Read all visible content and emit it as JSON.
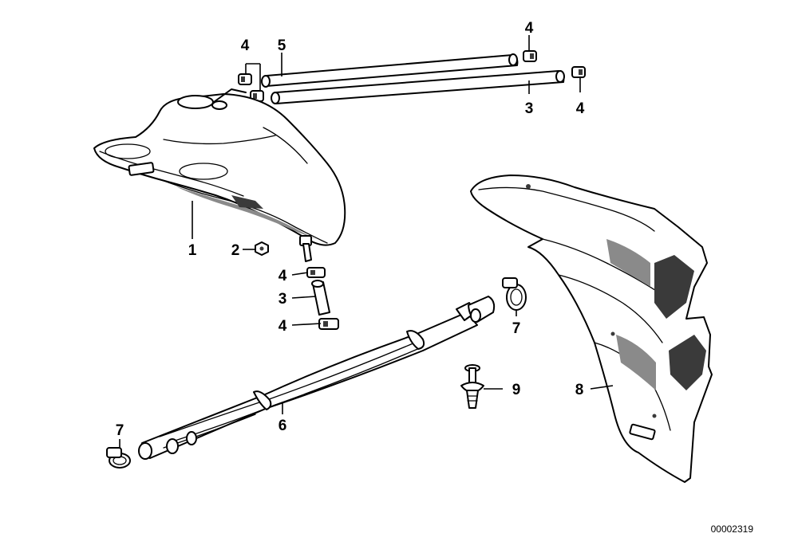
{
  "callouts": {
    "c4_top_left": "4",
    "c5_top": "5",
    "c4_top_right_upper": "4",
    "c3_top_right": "3",
    "c4_top_right_lower": "4",
    "c1": "1",
    "c2": "2",
    "c4_mid_upper": "4",
    "c3_mid": "3",
    "c4_mid_lower": "4",
    "c7_right": "7",
    "c9": "9",
    "c8": "8",
    "c6": "6",
    "c7_left": "7"
  },
  "reference_number": "00002319"
}
